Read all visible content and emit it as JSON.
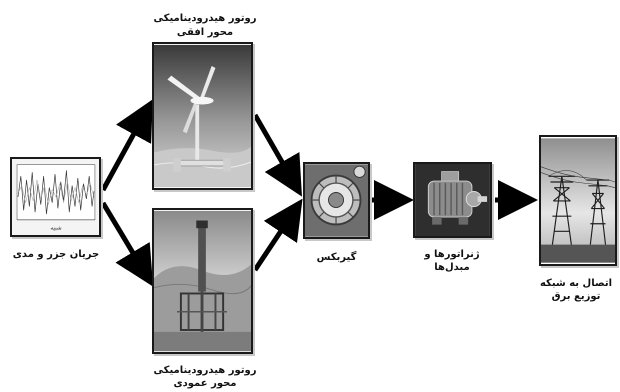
{
  "stages": {
    "tidal_flow": {
      "label": "جریان جزر و مدی",
      "chart_caption": "شبیه"
    },
    "horizontal_rotor": {
      "label_line1": "روتور هیدرودینامیکی",
      "label_line2": "محور افقی"
    },
    "vertical_rotor": {
      "label_line1": "روتور هیدرودینامیکی",
      "label_line2": "محور عمودی"
    },
    "gearbox": {
      "label": "گیربکس"
    },
    "generators": {
      "label_line1": "ژنراتورها و",
      "label_line2": "مبدل‌ها"
    },
    "grid": {
      "label_line1": "اتصال به شبکه",
      "label_line2": "توزیع برق"
    }
  },
  "flow": [
    {
      "from": "tidal_flow",
      "to": "horizontal_rotor"
    },
    {
      "from": "tidal_flow",
      "to": "vertical_rotor"
    },
    {
      "from": "horizontal_rotor",
      "to": "gearbox"
    },
    {
      "from": "vertical_rotor",
      "to": "gearbox"
    },
    {
      "from": "gearbox",
      "to": "generators"
    },
    {
      "from": "generators",
      "to": "grid"
    }
  ],
  "colors": {
    "arrow": "#000000",
    "frame": "#1a1a1a"
  }
}
